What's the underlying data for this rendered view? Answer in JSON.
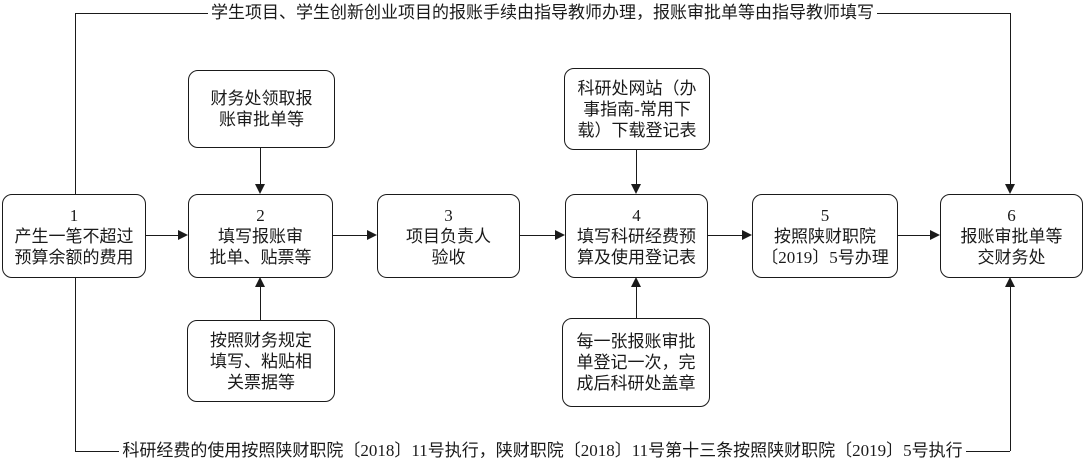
{
  "annotations": {
    "top": "学生项目、学生创新创业项目的报账手续由指导教师办理，报账审批单等由指导教师填写",
    "bottom": "科研经费的使用按照陕财职院〔2018〕11号执行，陕财职院〔2018〕11号第十三条按照陕财职院〔2019〕5号执行"
  },
  "steps": [
    {
      "number": "1",
      "label": "产生一笔不超过\n预算余额的费用"
    },
    {
      "number": "2",
      "label": "填写报账审\n批单、贴票等"
    },
    {
      "number": "3",
      "label": "项目负责人\n验收"
    },
    {
      "number": "4",
      "label": "填写科研经费预\n算及使用登记表"
    },
    {
      "number": "5",
      "label": "按照陕财职院\n〔2019〕5号办理"
    },
    {
      "number": "6",
      "label": "报账审批单等\n交财务处"
    }
  ],
  "helpers": {
    "above_step2": "财务处领取报\n账审批单等",
    "below_step2": "按照财务规定\n填写、粘贴相\n关票据等",
    "above_step4": "科研处网站（办\n事指南-常用下\n载）下载登记表",
    "below_step4": "每一张报账审批\n单登记一次，完\n成后科研处盖章"
  },
  "colors": {
    "line": "#1a1a1a",
    "text": "#1a1a1a",
    "background": "#ffffff"
  }
}
